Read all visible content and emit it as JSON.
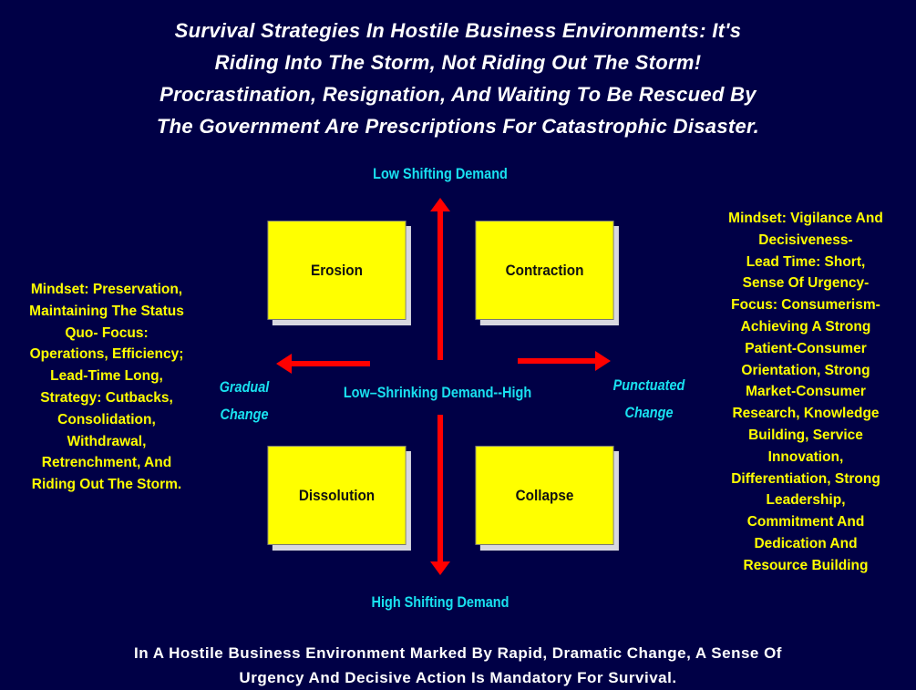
{
  "title": {
    "lines": [
      "Survival Strategies In Hostile Business Environments: It's",
      "Riding Into The Storm, Not Riding Out The Storm!",
      "Procrastination, Resignation, And Waiting To Be Rescued By",
      "The Government Are Prescriptions For Catastrophic Disaster."
    ]
  },
  "axes": {
    "top": "Low Shifting Demand",
    "bottom": "High Shifting Demand",
    "center": "Low–Shrinking Demand--High",
    "left": [
      "Gradual",
      "Change"
    ],
    "right": [
      "Punctuated",
      "Change"
    ]
  },
  "quadrants": [
    "Erosion",
    "Contraction",
    "Dissolution",
    "Collapse"
  ],
  "left_text": [
    "Mindset: Preservation,",
    "Maintaining The Status",
    "Quo- Focus:",
    "Operations, Efficiency;",
    "Lead-Time Long,",
    "Strategy: Cutbacks,",
    "Consolidation,",
    "Withdrawal,",
    "Retrenchment, And",
    "Riding Out The Storm."
  ],
  "right_text": [
    "Mindset: Vigilance And",
    "Decisiveness-",
    "Lead Time: Short,",
    "Sense Of Urgency-",
    "Focus: Consumerism-",
    "Achieving A Strong",
    "Patient-Consumer",
    "Orientation, Strong",
    "Market-Consumer",
    "Research, Knowledge",
    "Building, Service",
    "Innovation,",
    "Differentiation, Strong",
    "Leadership,",
    "Commitment And",
    "Dedication And",
    "Resource Building"
  ],
  "footer": [
    "In A Hostile Business Environment Marked By Rapid, Dramatic Change, A Sense Of",
    "Urgency And Decisive Action Is Mandatory For Survival."
  ],
  "colors": {
    "background": "#000046",
    "box": "#ffff00",
    "arrow": "#ff0000",
    "axis_label": "#19e1f0",
    "side_text": "#ffff00"
  }
}
